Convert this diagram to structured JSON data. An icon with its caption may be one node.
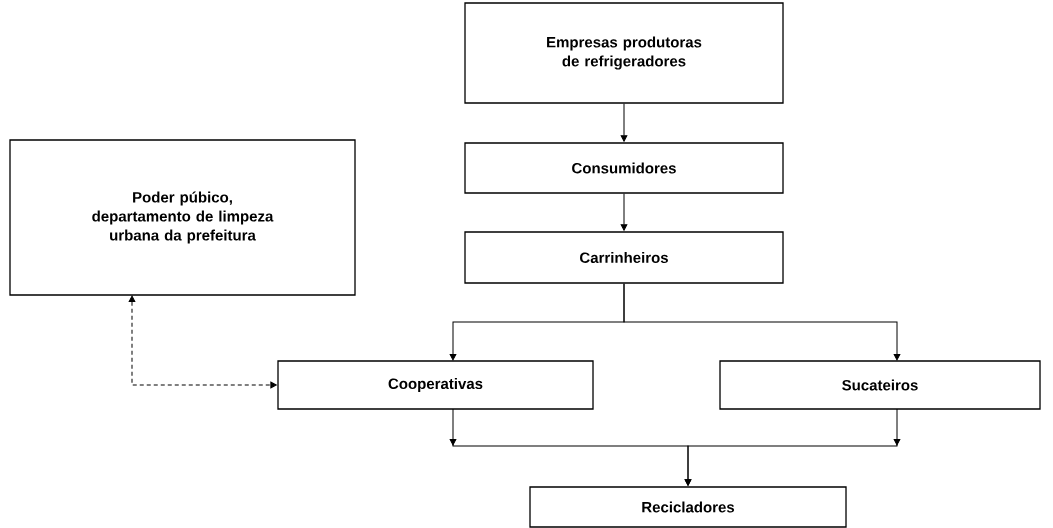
{
  "diagram": {
    "nodes": [
      {
        "text": [
          "Empresas produtoras de refrigeradores"
        ]
      },
      {
        "text": [
          "Consumidores"
        ]
      },
      {
        "text": [
          "Carrinheiros"
        ]
      },
      {
        "text": [
          "Poder púbico, departamento de limpeza urbana da prefeitura"
        ]
      },
      {
        "text": [
          "Cooperativas"
        ]
      },
      {
        "text": [
          "Sucateiros"
        ]
      },
      {
        "text": [
          "Recicladores"
        ]
      }
    ],
    "edges": [
      {
        "from": 0,
        "to": 1,
        "arrow": "to"
      },
      {
        "from": 1,
        "to": 2,
        "arrow": "to"
      },
      {
        "from": 2,
        "to": 4,
        "arrow": "to"
      },
      {
        "from": 2,
        "to": 5,
        "arrow": "to"
      },
      {
        "from": 3,
        "to": 4,
        "arrow": "both",
        "style": "dashed"
      },
      {
        "from": 4,
        "to": 6,
        "arrow": "to"
      },
      {
        "from": 5,
        "to": 6,
        "arrow": "to"
      }
    ]
  }
}
